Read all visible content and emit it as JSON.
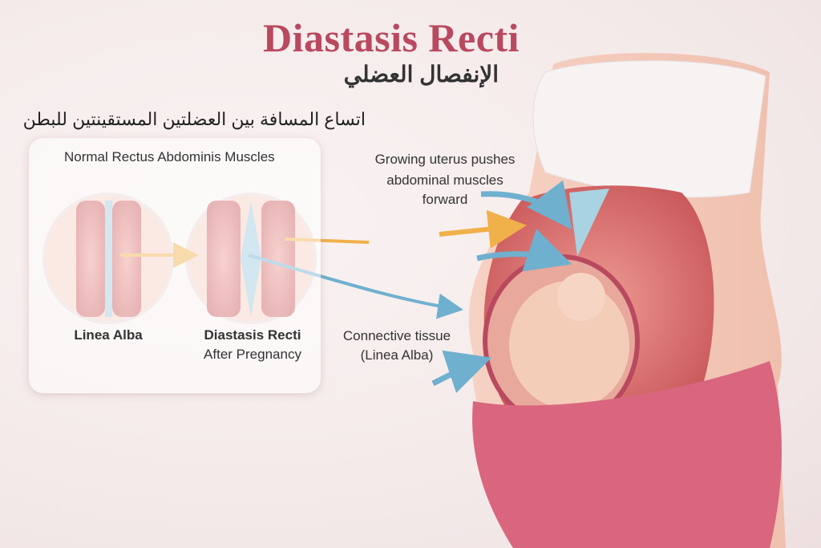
{
  "header": {
    "title": "Diastasis Recti",
    "subtitle_ar": "الإنفصال العضلي",
    "description_ar": "اتساع المسافة بين العضلتين المستقينتين للبطن"
  },
  "panel": {
    "title": "Normal Rectus Abdominis Muscles",
    "left_caption": "Linea Alba",
    "right_caption_line1": "Diastasis Recti",
    "right_caption_line2": "After Pregnancy"
  },
  "annotations": {
    "uterus_line1": "Growing uterus pushes",
    "uterus_line2": "abdominal muscles",
    "uterus_line3": "forward",
    "tissue_line1": "Connective tissue",
    "tissue_line2": "(Linea Alba)"
  },
  "colors": {
    "title": "#b9495f",
    "muscle": "#e07a78",
    "linea_alba": "#9cc9dc",
    "arrow_blue": "#6fb0cf",
    "arrow_orange": "#f0b04a",
    "leggings": "#d9667e"
  }
}
